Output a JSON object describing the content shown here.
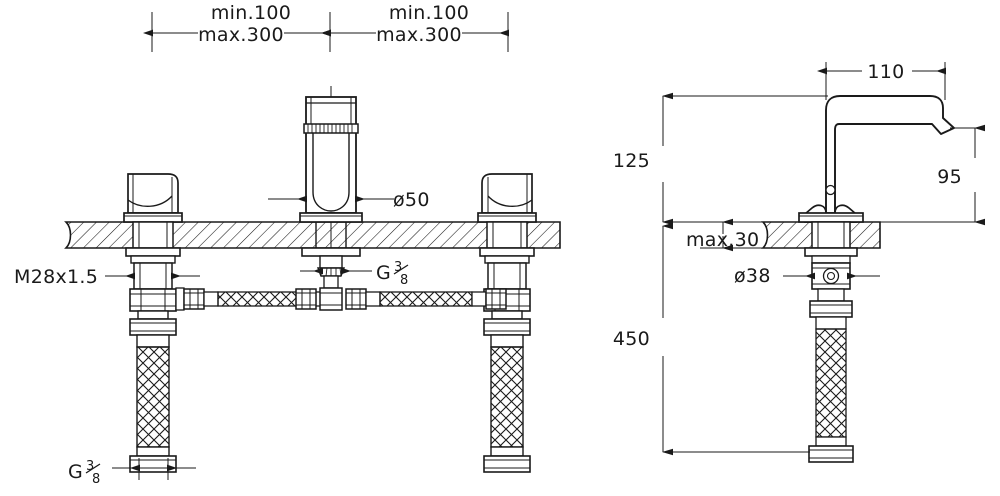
{
  "drawing": {
    "title": "Three-hole basin mixer installation drawing",
    "type": "technical-dimension-drawing",
    "units": "mm",
    "line_color": "#1a1a1a",
    "background_color": "#ffffff",
    "views": [
      {
        "name": "front-view",
        "description": "Front elevation of three-hole basin mixer with two handles, central spout and braided supply hoses"
      },
      {
        "name": "side-view",
        "description": "Side elevation of the spout showing projection and heights"
      }
    ]
  },
  "dimensions": {
    "front_top_left": {
      "line1": "min.100",
      "line2": "max.300"
    },
    "front_top_right": {
      "line1": "min.100",
      "line2": "max.300"
    },
    "spout_diameter": "ø50",
    "handle_thread": "M28x1.5",
    "center_connection": {
      "prefix": "G",
      "numerator": "3",
      "denominator": "8"
    },
    "hose_connection": {
      "prefix": "G",
      "numerator": "3",
      "denominator": "8"
    },
    "spout_projection": "110",
    "spout_height": "125",
    "spout_outlet_height": "95",
    "counter_thickness": "max.30",
    "base_diameter": "ø38",
    "hose_length": "450"
  },
  "labels": [
    {
      "name": "min-max-left",
      "text": "min.100 / max.300"
    },
    {
      "name": "min-max-right",
      "text": "min.100 / max.300"
    },
    {
      "name": "spout-diameter",
      "text": "ø50"
    },
    {
      "name": "handle-thread",
      "text": "M28x1.5"
    },
    {
      "name": "center-g-thread",
      "text": "G 3/8"
    },
    {
      "name": "hose-g-thread",
      "text": "G 3/8"
    },
    {
      "name": "projection",
      "text": "110"
    },
    {
      "name": "height",
      "text": "125"
    },
    {
      "name": "outlet-height",
      "text": "95"
    },
    {
      "name": "counter-max",
      "text": "max.30"
    },
    {
      "name": "base-diameter",
      "text": "ø38"
    },
    {
      "name": "hose-length",
      "text": "450"
    }
  ]
}
